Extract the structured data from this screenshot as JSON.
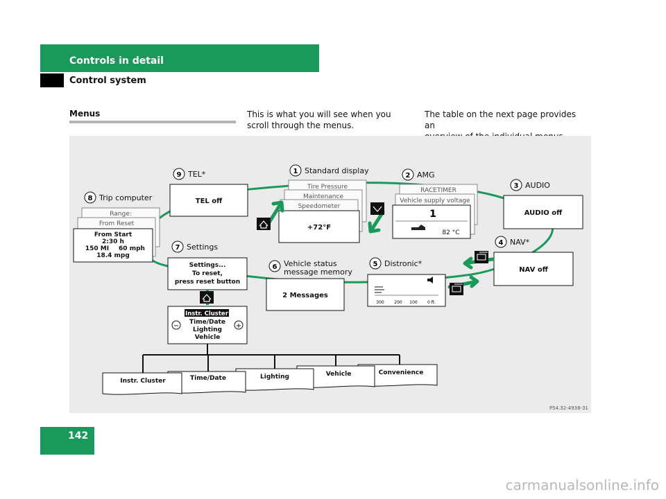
{
  "header": {
    "title": "Controls in detail",
    "subtitle": "Control system"
  },
  "section": {
    "title": "Menus",
    "paragraph_1": "This is what you will see when you scroll through the menus.",
    "paragraph_1_line1": "This is what you will see when you scroll",
    "paragraph_1_line2": "through the menus.",
    "paragraph_2_line1": "The table on the next page provides an",
    "paragraph_2_line2": "overview of the individual menus."
  },
  "diagram": {
    "callouts": [
      {
        "num": "1",
        "label": "Standard display"
      },
      {
        "num": "2",
        "label": "AMG"
      },
      {
        "num": "3",
        "label": "AUDIO"
      },
      {
        "num": "4",
        "label": "NAV*"
      },
      {
        "num": "5",
        "label": "Distronic*"
      },
      {
        "num": "6",
        "label": "Vehicle status",
        "label2": "message memory"
      },
      {
        "num": "7",
        "label": "Settings"
      },
      {
        "num": "8",
        "label": "Trip computer"
      },
      {
        "num": "9",
        "label": "TEL*"
      }
    ],
    "tel_box": "TEL off",
    "standard_cards": [
      "Tire Pressure",
      "Maintenance",
      "Speedometer"
    ],
    "standard_value": "+72°F",
    "amg_cards": [
      "RACETIMER",
      "Vehicle supply voltage"
    ],
    "amg_value": "1",
    "amg_temp": "82 °C",
    "audio_box": "AUDIO off",
    "nav_box": "NAV off",
    "messages_box": "2 Messages",
    "distronic_ticks": [
      "300",
      "200",
      "100",
      "0 ft."
    ],
    "settings_box": [
      "Settings...",
      "To reset,",
      "press reset button"
    ],
    "trip_cards": [
      "Range:",
      "From Reset"
    ],
    "trip_box": [
      "From Start",
      "2:30 h",
      "150 MI",
      "60 mph",
      "18.4 mpg"
    ],
    "submenu_items": [
      "Instr. Cluster",
      "Time/Date",
      "Lighting",
      "Vehicle"
    ],
    "submenu_symbols": {
      "minus": "−",
      "plus": "+"
    },
    "tabs": [
      "Instr. Cluster",
      "Time/Date",
      "Lighting",
      "Vehicle",
      "Convenience"
    ],
    "figure_code": "P54.32-4938-31",
    "accent_color": "#1a9a5a"
  },
  "page_number": "142",
  "watermark": "carmanualsonline.info"
}
